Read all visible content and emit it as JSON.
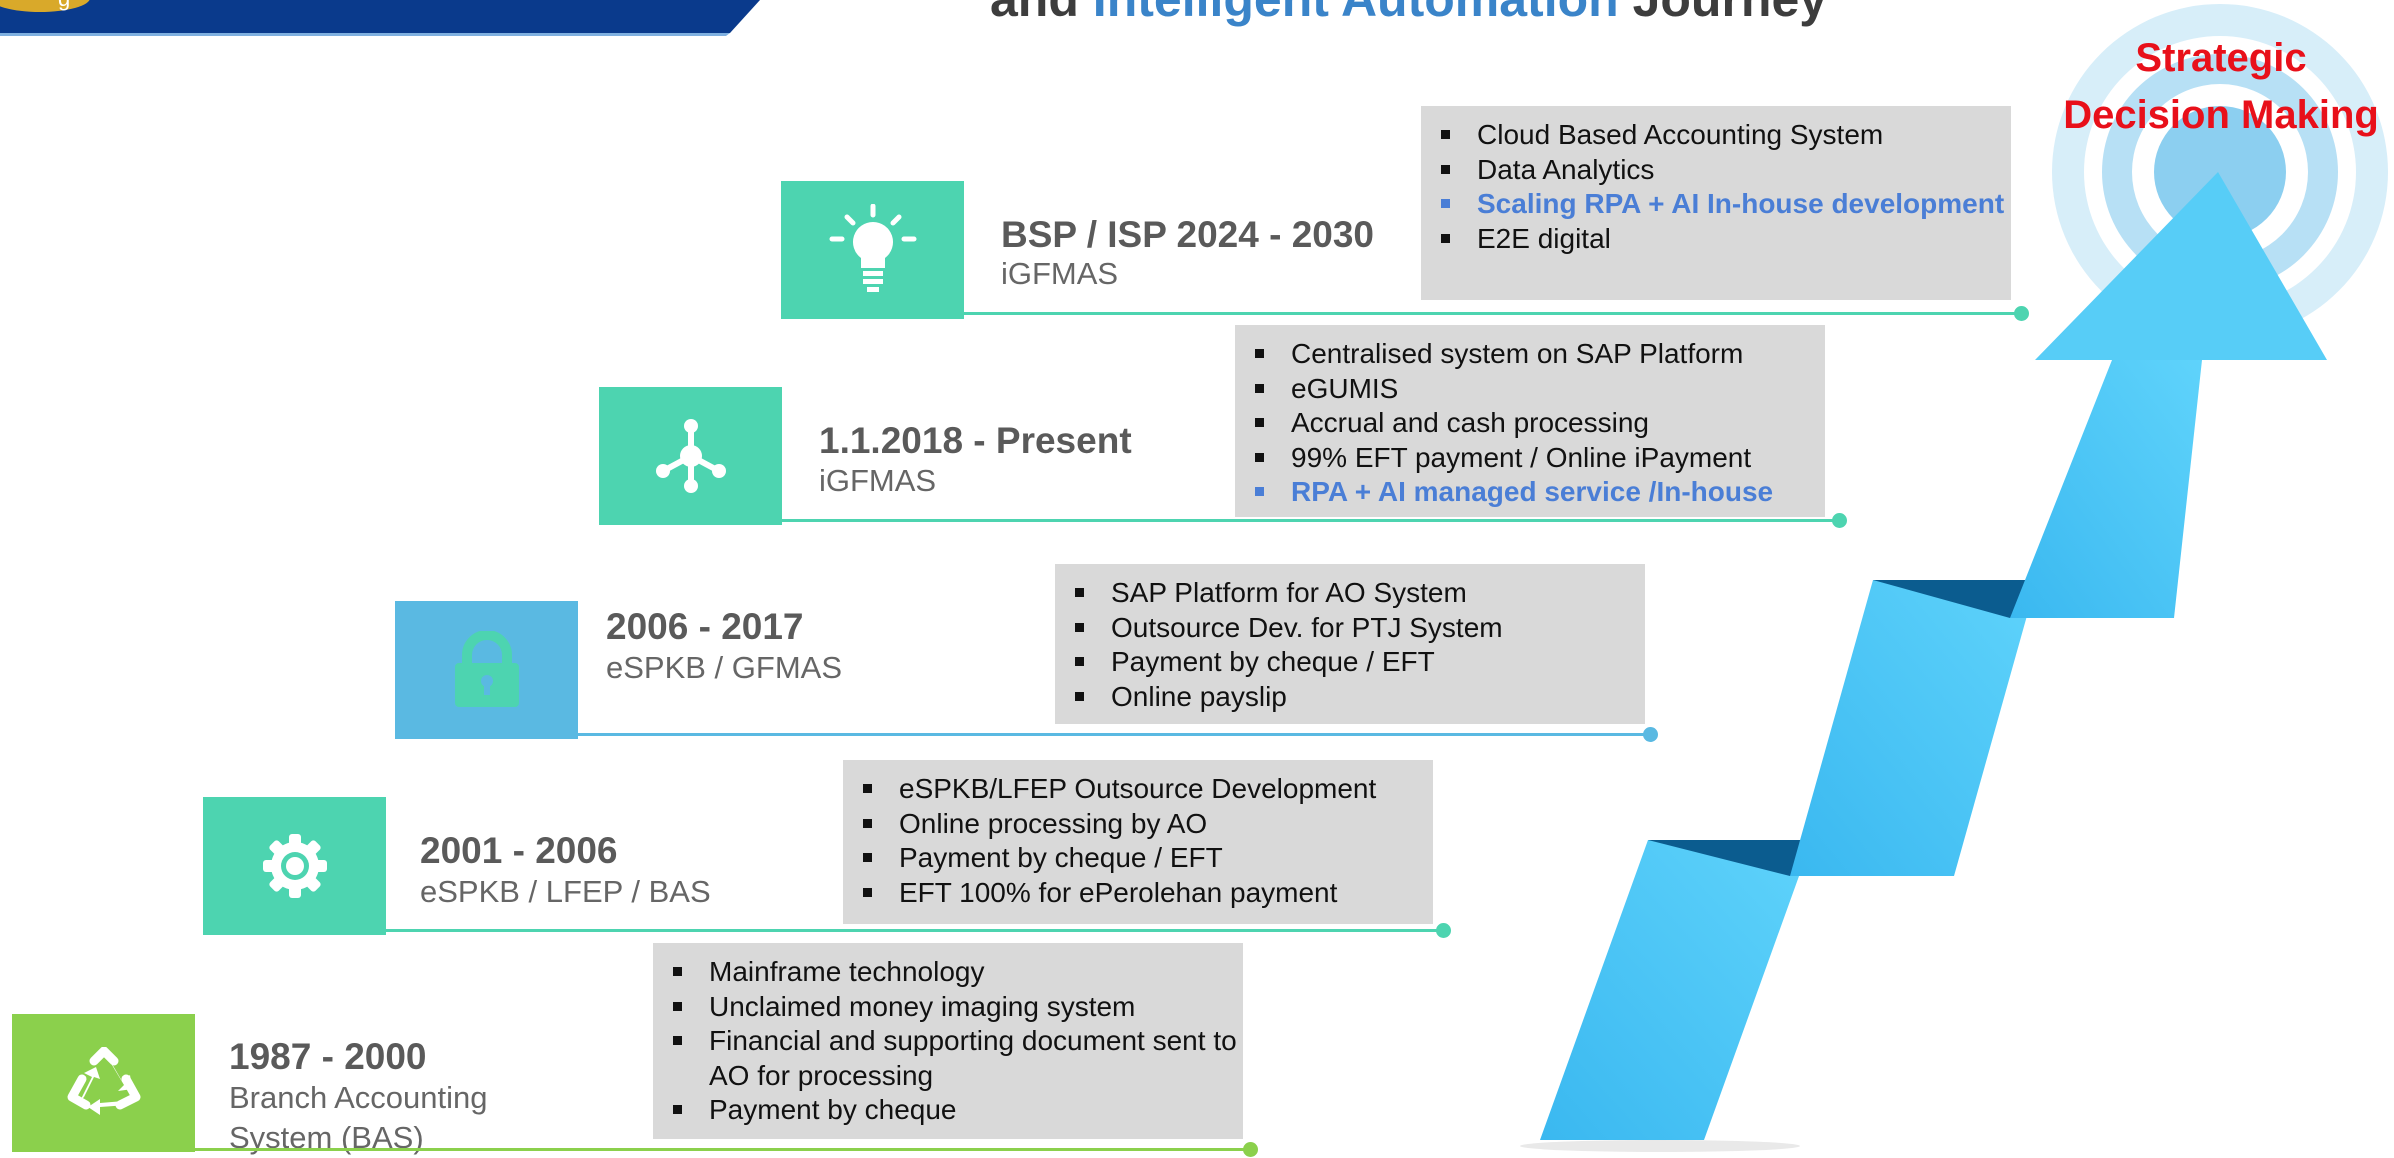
{
  "header": {
    "banner_label": "g",
    "title_dark_1": "and ",
    "title_highlight": "Intelligent Automation",
    "title_dark_2": " Journey",
    "banner_color": "#0a3a8c",
    "accent_color": "#3a84c9"
  },
  "target": {
    "line1": "Strategic",
    "line2": "Decision Making",
    "color": "#e8101a"
  },
  "stages": [
    {
      "era": "1987 - 2000",
      "system": "Branch Accounting System (BAS)",
      "icon": "recycle-icon",
      "color": "#8bd04c",
      "items": [
        {
          "text": "Mainframe technology",
          "highlight": false
        },
        {
          "text": "Unclaimed money imaging system",
          "highlight": false
        },
        {
          "text": "Financial and supporting document sent to AO for processing",
          "highlight": false
        },
        {
          "text": "Payment by cheque",
          "highlight": false
        }
      ]
    },
    {
      "era": "2001 - 2006",
      "system": "eSPKB / LFEP / BAS",
      "icon": "gear-icon",
      "color": "#4dd4b0",
      "items": [
        {
          "text": "eSPKB/LFEP Outsource Development",
          "highlight": false
        },
        {
          "text": "Online processing by AO",
          "highlight": false
        },
        {
          "text": "Payment by cheque / EFT",
          "highlight": false
        },
        {
          "text": "EFT 100% for ePerolehan payment",
          "highlight": false
        }
      ]
    },
    {
      "era": "2006 - 2017",
      "system": "eSPKB / GFMAS",
      "icon": "lock-icon",
      "color": "#5ab9e2",
      "items": [
        {
          "text": "SAP Platform for AO System",
          "highlight": false
        },
        {
          "text": "Outsource Dev. for PTJ System",
          "highlight": false
        },
        {
          "text": "Payment by cheque / EFT",
          "highlight": false
        },
        {
          "text": "Online payslip",
          "highlight": false
        }
      ]
    },
    {
      "era": "1.1.2018 - Present",
      "system": "iGFMAS",
      "icon": "network-hub-icon",
      "color": "#4dd4b0",
      "items": [
        {
          "text": "Centralised system on SAP Platform",
          "highlight": false
        },
        {
          "text": "eGUMIS",
          "highlight": false
        },
        {
          "text": "Accrual and cash processing",
          "highlight": false
        },
        {
          "text": "99% EFT payment / Online iPayment",
          "highlight": false
        },
        {
          "text": "RPA + AI managed service /In-house",
          "highlight": true
        }
      ]
    },
    {
      "era": "BSP / ISP 2024 - 2030",
      "system": "iGFMAS",
      "icon": "lightbulb-icon",
      "color": "#4dd4b0",
      "items": [
        {
          "text": "Cloud Based Accounting System",
          "highlight": false
        },
        {
          "text": "Data Analytics",
          "highlight": false
        },
        {
          "text": "Scaling RPA + AI In-house development",
          "highlight": true
        },
        {
          "text": "E2E digital",
          "highlight": false
        }
      ]
    }
  ]
}
